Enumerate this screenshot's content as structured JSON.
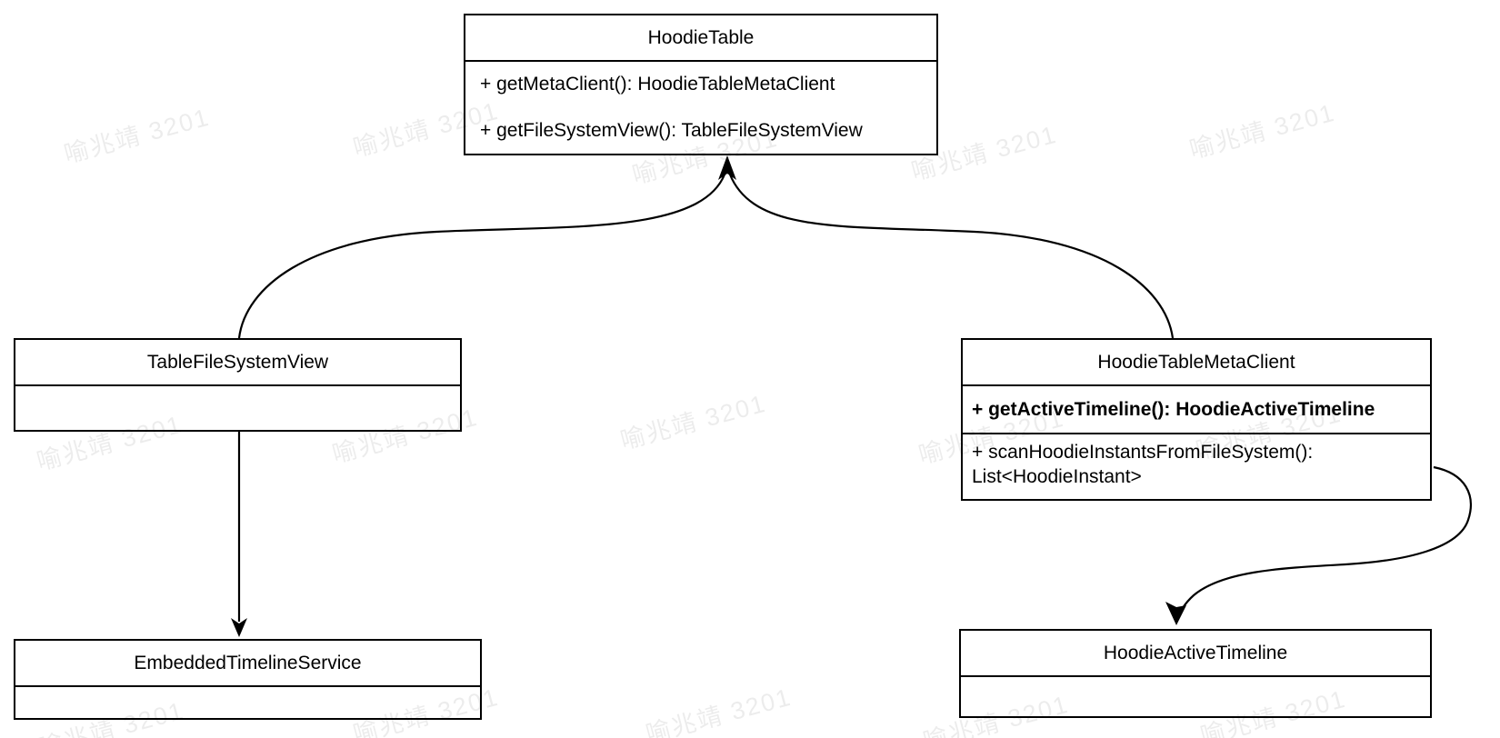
{
  "diagram": {
    "background_color": "#ffffff",
    "line_color": "#000000",
    "box_fill_color": "#ffffff",
    "classes": {
      "hoodie_table": {
        "name": "HoodieTable",
        "methods": [
          "+ getMetaClient(): HoodieTableMetaClient",
          "+ getFileSystemView(): TableFileSystemView"
        ]
      },
      "table_file_system_view": {
        "name": "TableFileSystemView",
        "methods": []
      },
      "hoodie_table_meta_client": {
        "name": "HoodieTableMetaClient",
        "methods": [
          "+ getActiveTimeline(): HoodieActiveTimeline",
          "+ scanHoodieInstantsFromFileSystem(): List<HoodieInstant>"
        ]
      },
      "embedded_timeline_service": {
        "name": "EmbeddedTimelineService",
        "methods": []
      },
      "hoodie_active_timeline": {
        "name": "HoodieActiveTimeline",
        "methods": []
      }
    },
    "relations": [
      {
        "from": "TableFileSystemView",
        "to": "HoodieTable",
        "style": "curved-arrow"
      },
      {
        "from": "HoodieTableMetaClient",
        "to": "HoodieTable",
        "style": "curved-arrow"
      },
      {
        "from": "TableFileSystemView",
        "to": "EmbeddedTimelineService",
        "style": "straight-arrow"
      },
      {
        "from": "HoodieTableMetaClient",
        "to": "HoodieActiveTimeline",
        "style": "s-curve-arrow"
      }
    ]
  },
  "watermark": {
    "text": "喻兆靖 3201",
    "color": "rgba(0, 0, 0, 0.075)"
  }
}
